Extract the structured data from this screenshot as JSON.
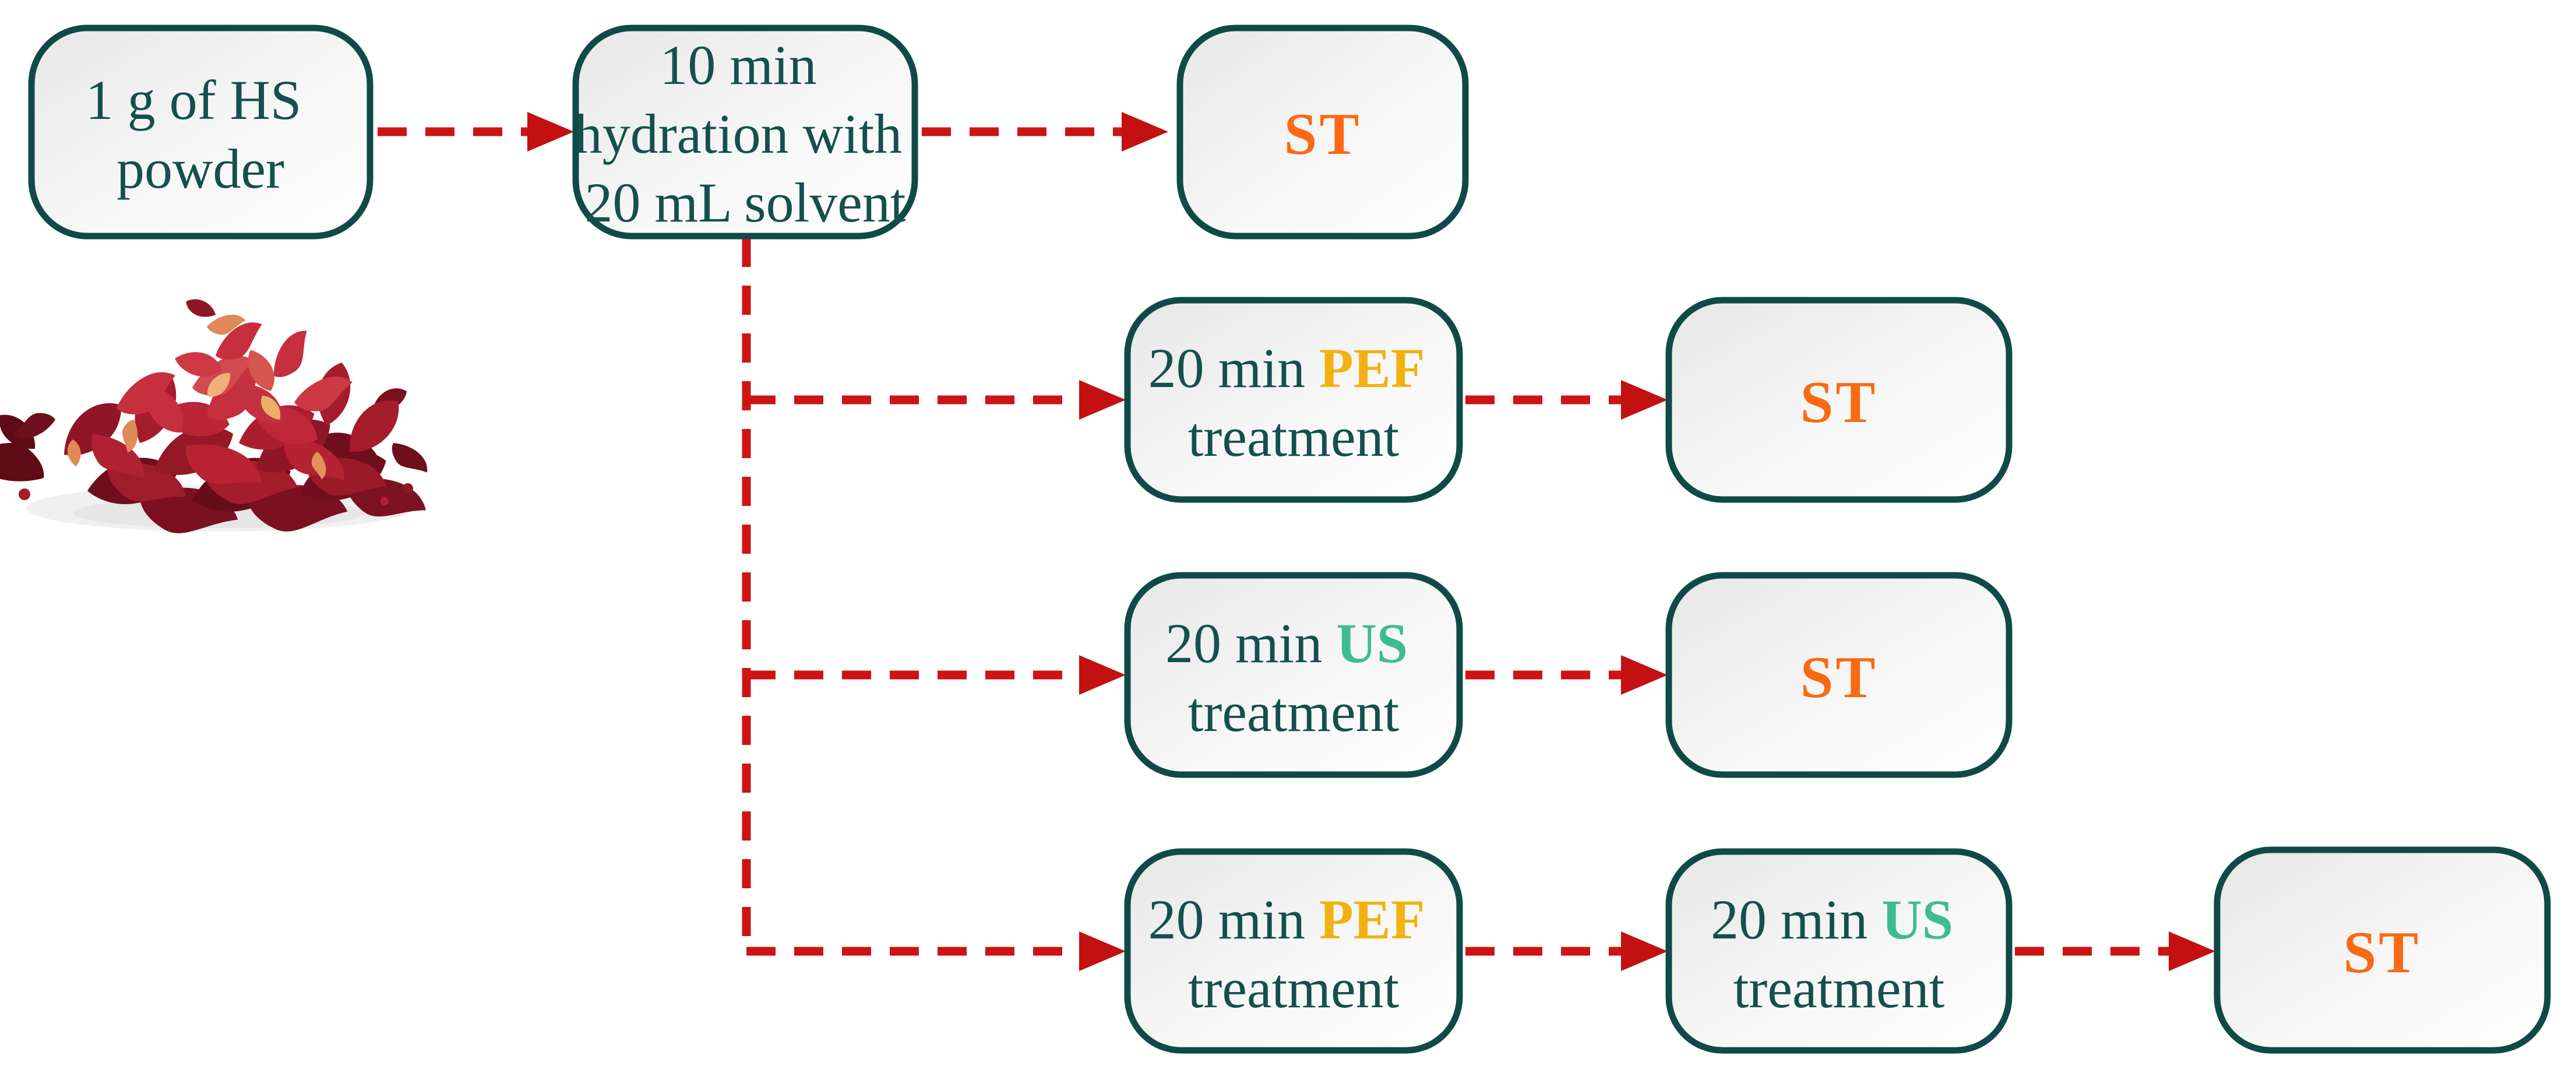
{
  "figure_title": "HS powder treatment flow diagram",
  "colors": {
    "box_border_teal": "#0F4A48",
    "box_fill_top": "#E7E7E7",
    "box_fill_bottom": "#FFFFFF",
    "text_teal": "#14504D",
    "arrow_red": "#CE1313",
    "arrowhead_red": "#C31111",
    "st_orange": "#F96A12",
    "pef_gold": "#F2B10F",
    "us_green": "#3FBB92"
  },
  "nodes": {
    "hs_powder": {
      "line1": "1 g of HS",
      "line2": "powder"
    },
    "hydration": {
      "line1": "10 min",
      "line2": "hydration with",
      "line3": "20 mL solvent"
    },
    "st": {
      "label": "ST"
    },
    "pef": {
      "line1_prefix": "20 min",
      "line1_highlight": "PEF",
      "line2": "treatment"
    },
    "us": {
      "line1_prefix": "20 min",
      "line1_highlight": "US",
      "line2": "treatment"
    }
  },
  "photo": {
    "alt": "pile of dried hibiscus petals"
  }
}
